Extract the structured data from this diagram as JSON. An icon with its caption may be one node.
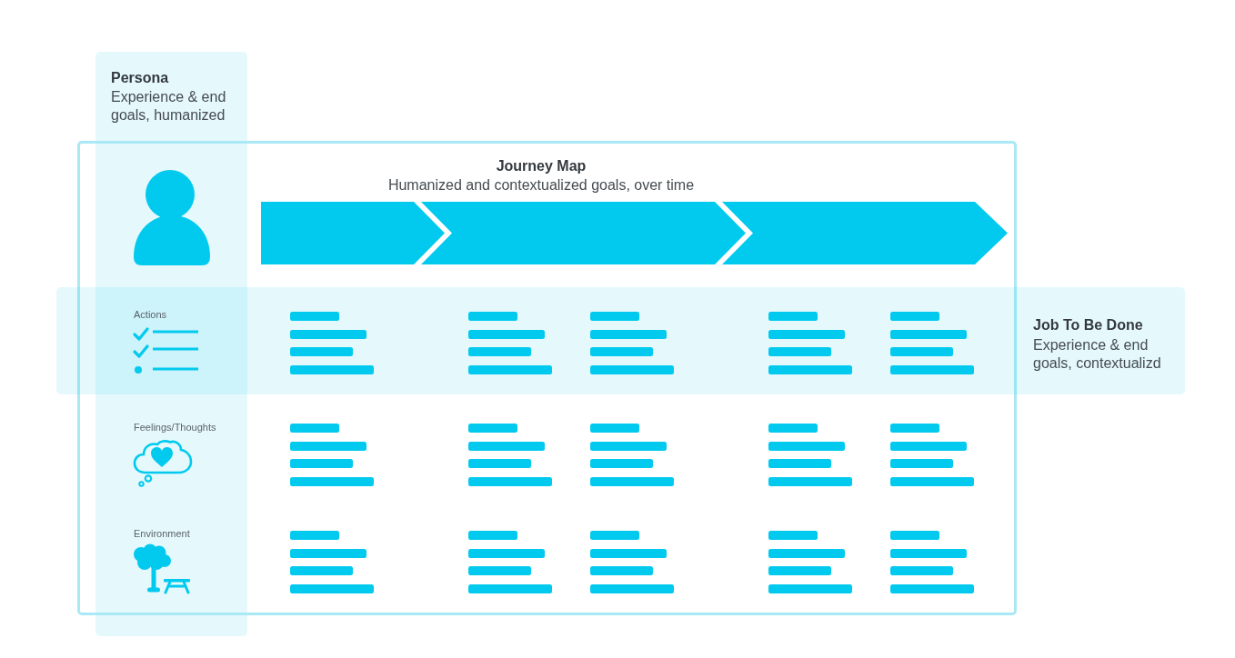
{
  "diagram": {
    "nodes": [
      {
        "text": [
          "Persona",
          "Experience & end goals, humanized"
        ]
      },
      {
        "text": [
          "Journey Map",
          "Humanized and contextualized goals, over time"
        ]
      },
      {
        "text": [],
        "shape": "chevron",
        "in": 1
      },
      {
        "text": [],
        "shape": "chevron",
        "in": 1
      },
      {
        "text": [],
        "shape": "chevron",
        "in": 1
      },
      {
        "text": [
          "Job To Be Done",
          "Experience & end goals, contextualizd"
        ]
      }
    ],
    "labels": [
      "Actions",
      "Feelings/Thoughts",
      "Environment"
    ]
  }
}
